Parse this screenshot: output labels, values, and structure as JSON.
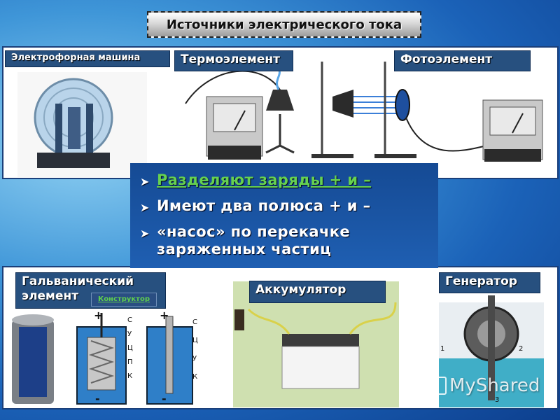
{
  "title": "Источники электрического тока",
  "labels": {
    "electrophore": "Электрофорная машина",
    "thermo": "Термоэлемент",
    "photo": "Фотоэлемент",
    "galvanic": "Гальванический элемент",
    "constructor": "Конструктор",
    "battery": "Аккумулятор",
    "generator": "Генератор"
  },
  "bullets": [
    "Разделяют заряды + и –",
    "Имеют два полюса + и –",
    "«насос» по перекачке заряженных частиц"
  ],
  "cell_marks": {
    "plus": "+",
    "minus": "-",
    "left_cell": [
      "С",
      "У",
      "Ц",
      "П",
      "К"
    ],
    "right_cell": [
      "С",
      "Ц",
      "У",
      "К"
    ]
  },
  "generator_marks": [
    "1",
    "2",
    "3"
  ],
  "watermark": "MyShared"
}
